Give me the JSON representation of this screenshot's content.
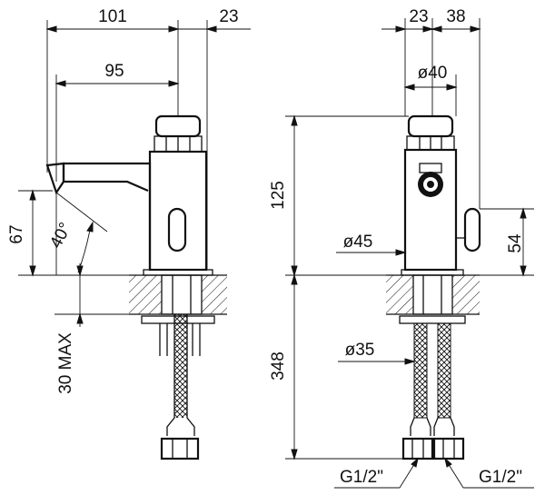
{
  "dimensions": {
    "width_total": "101",
    "width_right": "23",
    "spout_reach": "95",
    "height_spout": "67",
    "spout_angle": "40°",
    "deck_max": "30 MAX",
    "top_offset": "23",
    "top_width": "38",
    "head_diameter": "ø40",
    "body_height": "125",
    "body_diameter": "ø45",
    "lever_height": "54",
    "hose_length": "348",
    "hose_diameter": "ø35",
    "thread_left": "G1/2\"",
    "thread_right": "G1/2\""
  }
}
